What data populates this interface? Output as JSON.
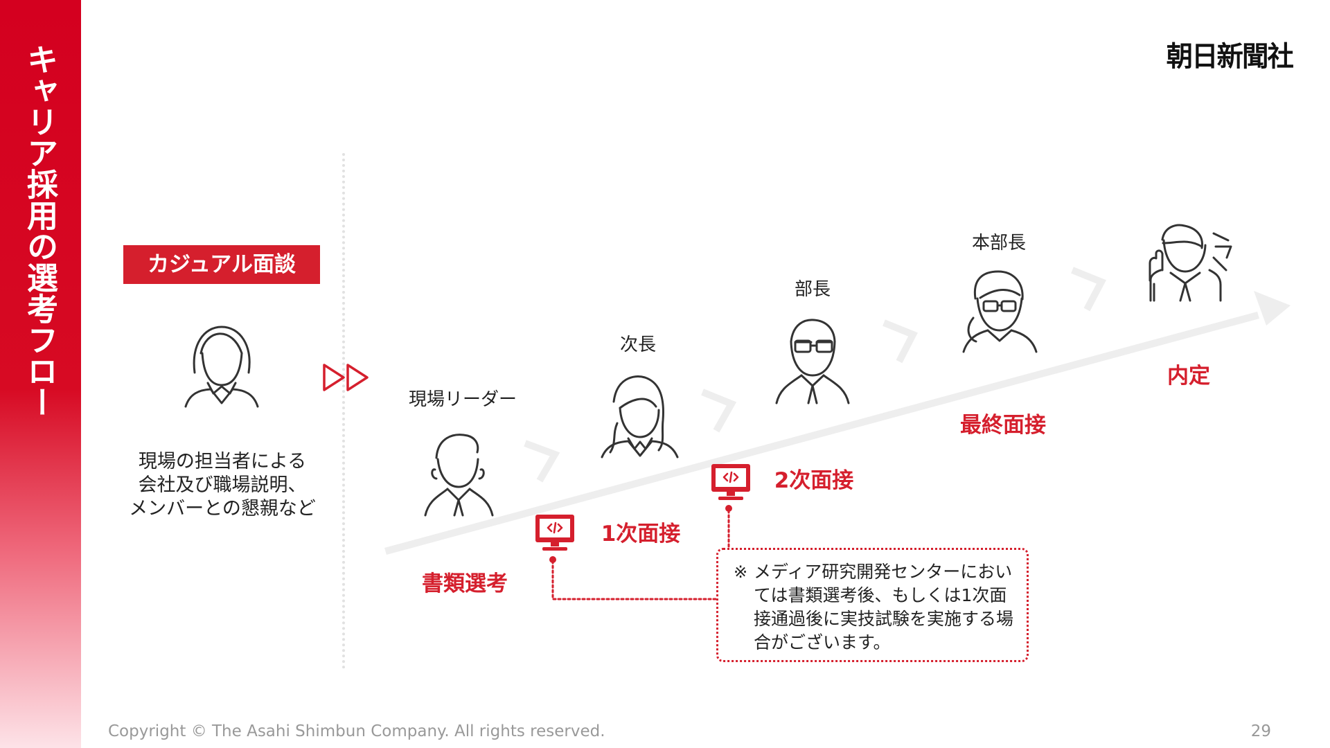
{
  "slide": {
    "title": "キャリア採用の選考フロー",
    "logo_text": "朝日新聞社",
    "copyright": "Copyright © The Asahi Shimbun Company. All rights reserved.",
    "page_number": "29"
  },
  "casual_interview": {
    "badge": "カジュアル面談",
    "description_lines": [
      "現場の担当者による",
      "会社及び職場説明、",
      "メンバーとの懇親など"
    ]
  },
  "flow": {
    "roles": {
      "leader": "現場リーダー",
      "deputy": "次長",
      "manager": "部長",
      "executive": "本部長"
    },
    "stages": {
      "document": "書類選考",
      "first": "1次面接",
      "second": "2次面接",
      "final": "最終面接",
      "offer": "内定"
    }
  },
  "note": {
    "mark": "※",
    "text": "メディア研究開発センターにおいては書類選考後、もしくは1次面接通過後に実技試験を実施する場合がございます。"
  },
  "icons": {
    "person": "person-icon",
    "computer": "computer-icon",
    "arrow": "arrow-icon",
    "chevron": "chevron-icon",
    "celebration": "celebration-icon"
  },
  "colors": {
    "brand_red": "#d51f2d",
    "sidebar_red": "#d4001f",
    "flow_gray": "#eeeeee",
    "text": "#222222",
    "line_icon": "#333333"
  }
}
